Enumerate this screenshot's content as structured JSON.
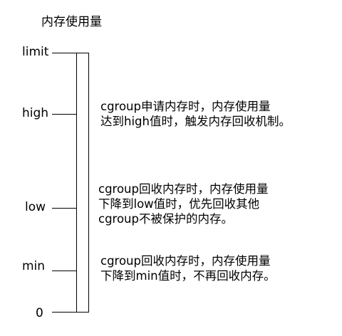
{
  "title": "内存使用量",
  "levels": {
    "limit": "limit",
    "high": "high",
    "low": "low",
    "min": "min",
    "zero": "0"
  },
  "descriptions": {
    "high": [
      "cgroup申请内存时，内存使用量",
      "达到high值时，触发内存回收机制。"
    ],
    "low": [
      "cgroup回收内存时，内存使用量",
      "下降到low值时，优先回收其他",
      "cgroup不被保护的内存。"
    ],
    "min": [
      "cgroup回收内存时，内存使用量",
      "下降到min值时，不再回收内存。"
    ]
  }
}
